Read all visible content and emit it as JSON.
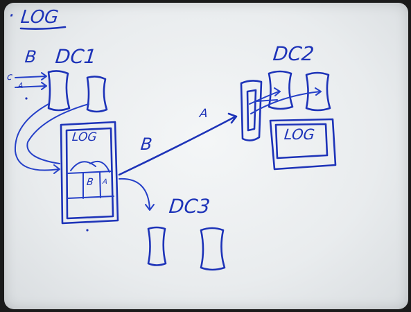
{
  "whiteboard": {
    "bullet": "·",
    "title": "LOG",
    "dc1": {
      "label": "DC1",
      "incoming_label": "B",
      "side_label_c": "c",
      "side_label_a": "A",
      "log_label": "LOG",
      "cell_b": "B",
      "cell_a": "A"
    },
    "dc2": {
      "label": "DC2",
      "log_label": "LOG"
    },
    "dc3": {
      "label": "DC3"
    },
    "arrow_to_dc2": {
      "label_a": "A",
      "label_b": "B"
    }
  },
  "colors": {
    "ink": "#1d33b8",
    "board": "#f0f2f4"
  }
}
